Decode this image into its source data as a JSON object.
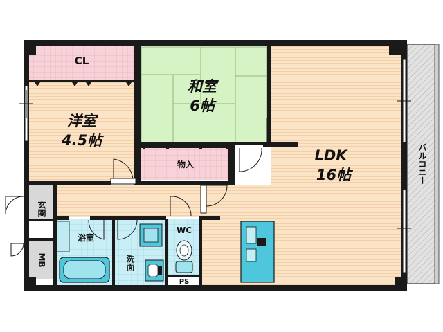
{
  "rooms": {
    "closet": "CL",
    "western_room_name": "洋室",
    "western_room_size": "4.5帖",
    "japanese_room_name": "和室",
    "japanese_room_size": "6帖",
    "storage": "物入",
    "ldk_name": "LDK",
    "ldk_size": "16帖",
    "balcony": "バルコニー",
    "entrance": "玄関",
    "meter_box": "MB",
    "bathroom": "浴室",
    "washroom": "洗面",
    "toilet": "WC",
    "pipe_space": "PS"
  },
  "colors": {
    "wall": "#1a1a1a",
    "wood_floor": "#fbe3c6",
    "tatami": "#d6f3c6",
    "closet_pink": "#f6cdd3",
    "wet_area": "#c9eef5",
    "balcony": "#d9d9d9",
    "kitchen": "#4ec6dc"
  }
}
